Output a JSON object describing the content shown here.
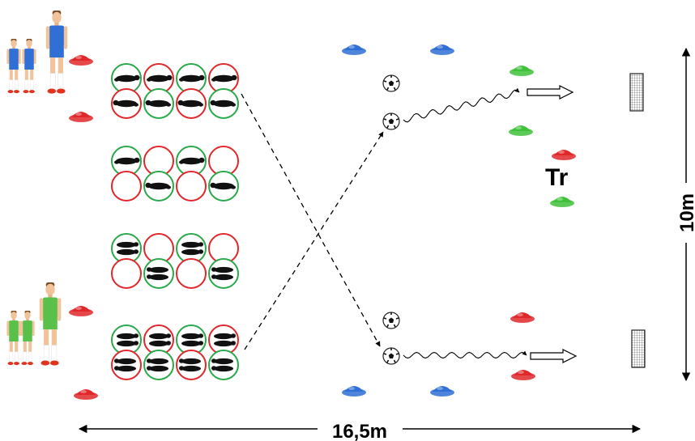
{
  "labels": {
    "trainer": "Tr",
    "width_dimension": "16,5m",
    "height_dimension": "10m"
  },
  "colors": {
    "cone_red": "#e0282c",
    "cone_blue": "#2f6fd6",
    "cone_green": "#3fc13a",
    "ring_red": "#e0282c",
    "ring_green": "#2aa84a",
    "team_blue": "#2f6fd6",
    "team_green": "#59c14a"
  },
  "footwork_grids": [
    {
      "pattern": "single-foot",
      "rows": [
        [
          "green",
          "red",
          "green",
          "red"
        ],
        [
          "red",
          "green",
          "red",
          "green"
        ]
      ],
      "feet": [
        [
          1,
          1,
          1,
          1
        ],
        [
          1,
          1,
          1,
          1
        ]
      ]
    },
    {
      "pattern": "single-foot",
      "rows": [
        [
          "green",
          "red",
          "green",
          "red"
        ],
        [
          "red",
          "green",
          "red",
          "green"
        ]
      ],
      "feet": [
        [
          1,
          0,
          1,
          0
        ],
        [
          0,
          1,
          0,
          1
        ]
      ]
    },
    {
      "pattern": "two-feet",
      "rows": [
        [
          "green",
          "red",
          "green",
          "red"
        ],
        [
          "red",
          "green",
          "red",
          "green"
        ]
      ],
      "feet": [
        [
          1,
          0,
          1,
          0
        ],
        [
          0,
          1,
          0,
          1
        ]
      ]
    },
    {
      "pattern": "two-feet",
      "rows": [
        [
          "green",
          "red",
          "green",
          "red"
        ],
        [
          "red",
          "green",
          "red",
          "green"
        ]
      ],
      "feet": [
        [
          1,
          1,
          1,
          1
        ],
        [
          1,
          1,
          1,
          1
        ]
      ]
    }
  ],
  "teams": [
    {
      "name": "blue-team",
      "color": "blue",
      "players": 3
    },
    {
      "name": "green-team",
      "color": "green",
      "players": 3
    }
  ]
}
